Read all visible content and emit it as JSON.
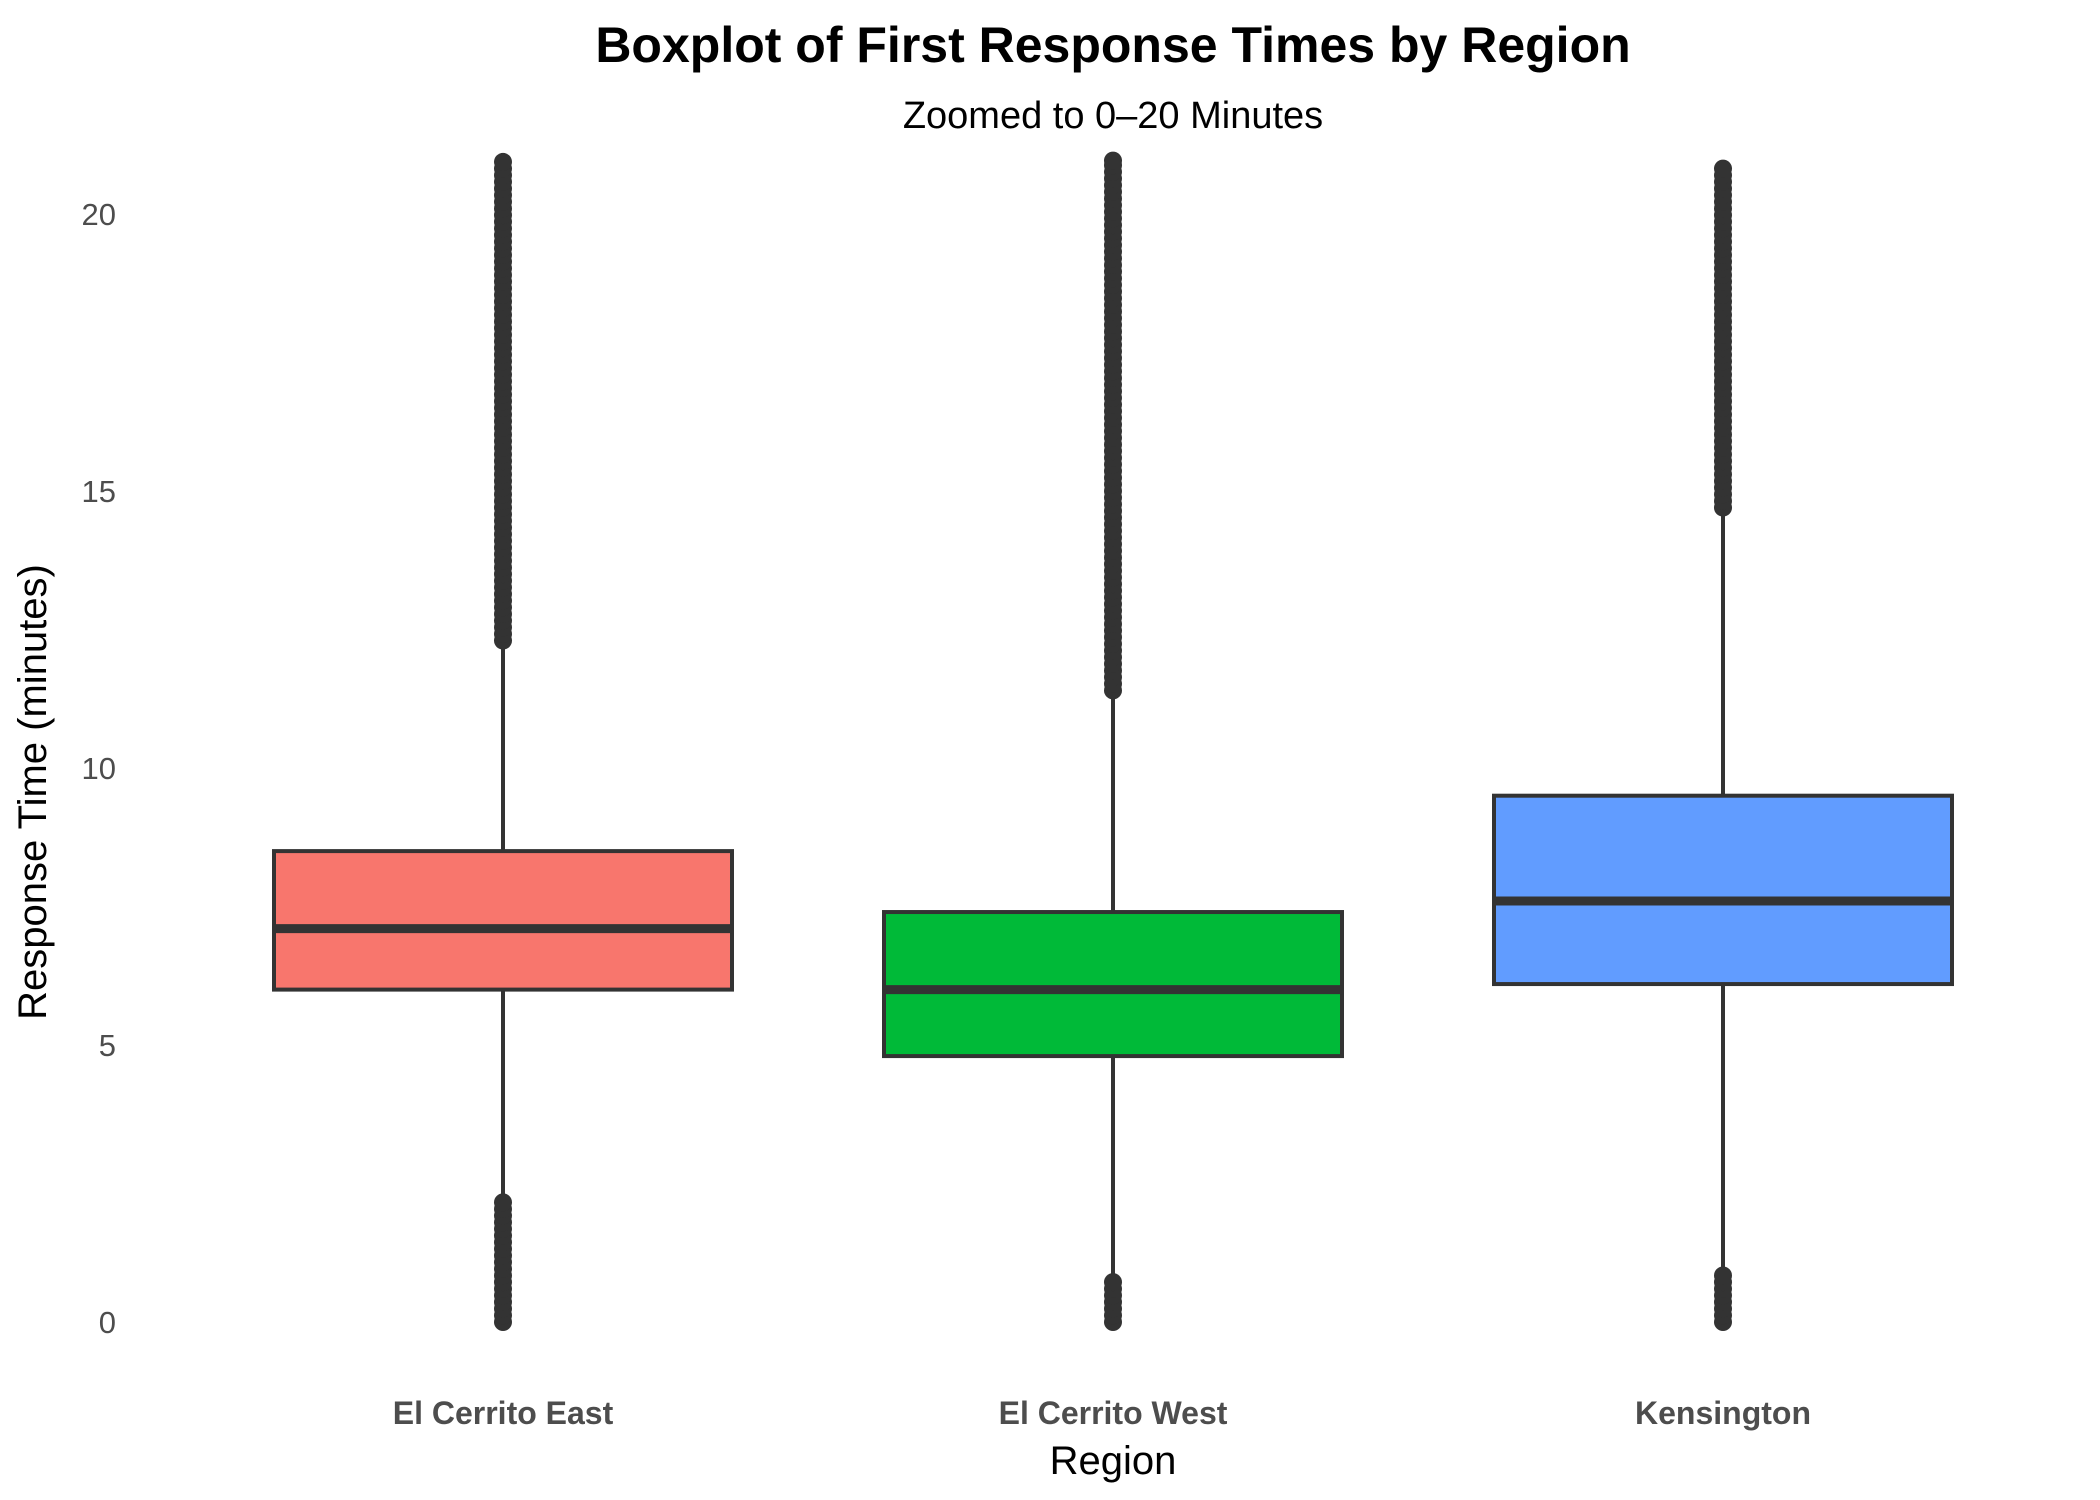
{
  "chart_data": {
    "type": "boxplot",
    "title": "Boxplot of First Response Times by Region",
    "subtitle": "Zoomed to 0–20 Minutes",
    "xlabel": "Region",
    "ylabel": "Response Time (minutes)",
    "ylim": [
      -0.5,
      21
    ],
    "yticks": [
      "0",
      "5",
      "10",
      "15",
      "20"
    ],
    "yticks_values": [
      0,
      5,
      10,
      15,
      20
    ],
    "grid": false,
    "legend": "none",
    "categories": [
      "El Cerrito East",
      "El Cerrito West",
      "Kensington"
    ],
    "boxes": [
      {
        "category": "El Cerrito East",
        "color": "#F8766D",
        "whisker_low": 2.2,
        "q1": 6.0,
        "median": 7.1,
        "q3": 8.5,
        "whisker_high": 12.3,
        "outliers_high": [
          12.3,
          21.0
        ],
        "outliers_low": [
          0.0,
          2.2
        ]
      },
      {
        "category": "El Cerrito West",
        "color": "#00BA38",
        "whisker_low": 0.8,
        "q1": 4.8,
        "median": 6.0,
        "q3": 7.4,
        "whisker_high": 11.4,
        "outliers_high": [
          11.4,
          21.0
        ],
        "outliers_low": [
          0.0,
          0.8
        ]
      },
      {
        "category": "Kensington",
        "color": "#619CFF",
        "whisker_low": 0.9,
        "q1": 6.1,
        "median": 7.6,
        "q3": 9.5,
        "whisker_high": 14.7,
        "outliers_high": [
          14.7,
          20.9
        ],
        "outliers_low": [
          0.0,
          0.9
        ]
      }
    ]
  }
}
